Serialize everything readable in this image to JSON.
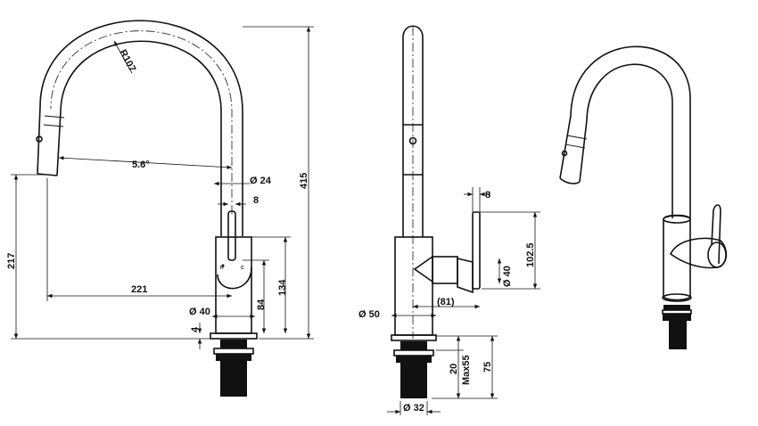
{
  "dimensions": {
    "radius": "R107",
    "angle": "5.6°",
    "spout_diameter": "Ø 24",
    "handle_width_front": "8",
    "total_height": "415",
    "spout_height": "217",
    "reach": "221",
    "body_diameter": "Ø 40",
    "lever_height": "84",
    "body_height": "134",
    "base_thickness": "4",
    "handle_width_side": "8",
    "handle_height": "102.5",
    "side_body_diameter": "Ø 40",
    "base_diameter": "Ø 50",
    "handle_depth": "(81)",
    "shank_height": "20",
    "max_deck": "Max55",
    "shank_total": "75",
    "shank_diameter": "Ø 32"
  },
  "markings": {
    "hot": "H",
    "cold": "C"
  }
}
